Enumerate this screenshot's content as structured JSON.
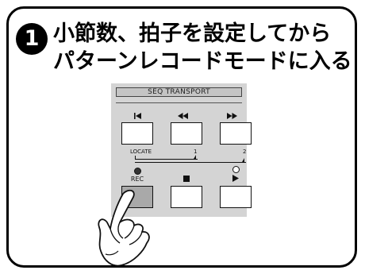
{
  "step": {
    "number": "1"
  },
  "title": {
    "line1": "小節数、拍子を設定してから",
    "line2": "パターンレコードモードに入る"
  },
  "panel": {
    "header": "SEQ  TRANSPORT",
    "symbols": {
      "top_left": "⏮",
      "top_mid": "◀◀",
      "top_right": "▶▶",
      "stop": "■",
      "play": "▶"
    },
    "locate_label": "LOCATE",
    "locate_1": "1",
    "locate_2": "2",
    "rec_label": "REC"
  },
  "icons": {
    "hand": "pointing-hand-icon",
    "rec_led": "led-on-icon",
    "play_led": "led-off-icon"
  },
  "colors": {
    "rec_button": "#a9a9a9",
    "panel": "#d4d4d4"
  }
}
